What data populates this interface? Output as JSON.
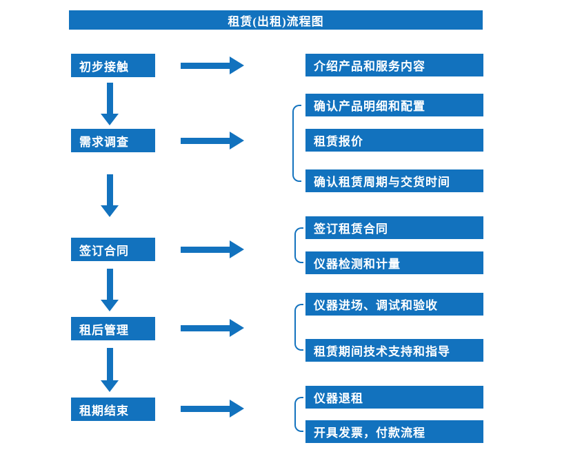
{
  "title": "租赁(出租)流程图",
  "colors": {
    "primary_blue": "#1272BE",
    "box_text": "#FFFFFF",
    "background": "#FFFFFF"
  },
  "steps": [
    {
      "label": "初步接触",
      "outputs": [
        "介绍产品和服务内容"
      ]
    },
    {
      "label": "需求调查",
      "outputs": [
        "确认产品明细和配置",
        "租赁报价",
        "确认租赁周期与交货时间"
      ]
    },
    {
      "label": "签订合同",
      "outputs": [
        "签订租赁合同",
        "仪器检测和计量"
      ]
    },
    {
      "label": "租后管理",
      "outputs": [
        "仪器进场、调试和验收",
        "租赁期间技术支持和指导"
      ]
    },
    {
      "label": "租期结束",
      "outputs": [
        "仪器退租",
        "开具发票，付款流程"
      ]
    }
  ]
}
